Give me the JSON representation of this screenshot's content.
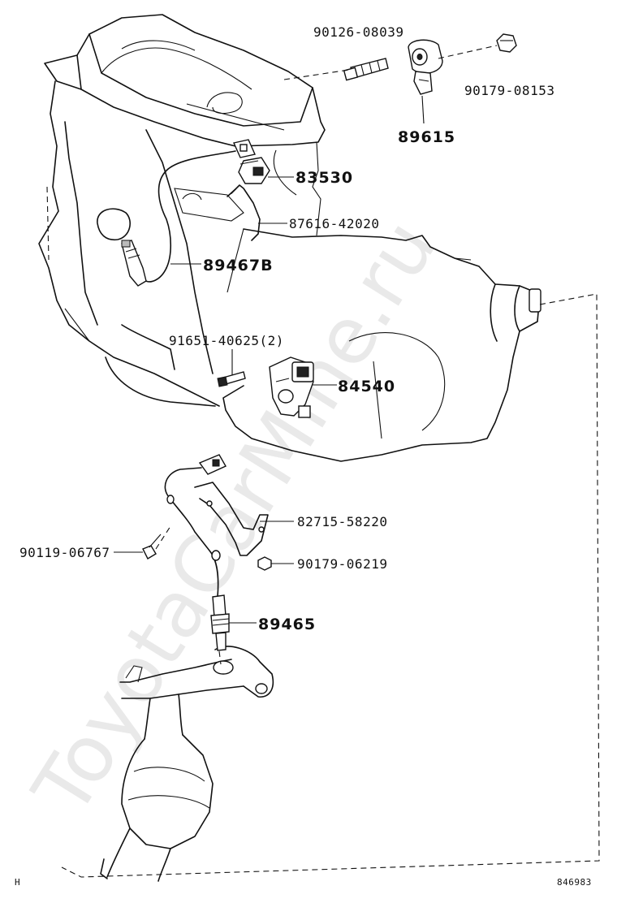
{
  "diagram": {
    "watermark": "ToyotaCarMine.ru",
    "corner_mark": "H",
    "illustration_number": "846983",
    "callouts": [
      {
        "id": "90126-08039",
        "text": "90126-08039"
      },
      {
        "id": "90179-08153",
        "text": "90179-08153"
      },
      {
        "id": "89615",
        "text": "89615"
      },
      {
        "id": "83530",
        "text": "83530"
      },
      {
        "id": "87616-42020",
        "text": "87616-42020"
      },
      {
        "id": "89467b",
        "text": "89467B"
      },
      {
        "id": "91651-40625",
        "text": "91651-40625(2)"
      },
      {
        "id": "84540",
        "text": "84540"
      },
      {
        "id": "82715-58220",
        "text": "82715-58220"
      },
      {
        "id": "90119-06767",
        "text": "90119-06767"
      },
      {
        "id": "90179-06219",
        "text": "90179-06219"
      },
      {
        "id": "89465",
        "text": "89465"
      }
    ]
  }
}
